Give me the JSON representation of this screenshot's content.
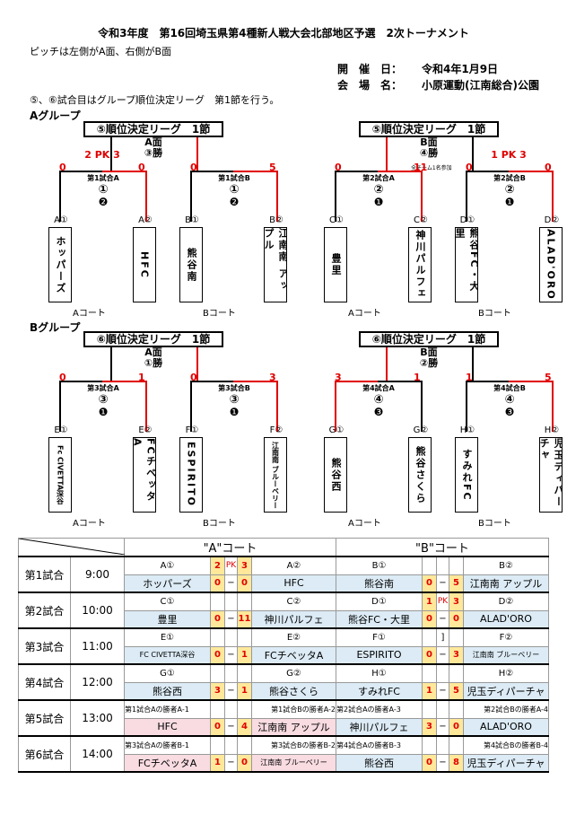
{
  "title": "令和3年度　第16回埼玉県第4種新人戦大会北部地区予選　2次トーナメント",
  "pitch_note": "ピッチは左側がA面、右側がB面",
  "venue": {
    "date_label": "開　催　日：",
    "date_value": "令和4年1月9日",
    "place_label": "会　場　名：",
    "place_value": "小原運動(江南総合)公園"
  },
  "league_note": "⑤、⑥試合目はグループ順位決定リーグ　第1節を行う。",
  "groups": {
    "a_label": "Aグループ",
    "b_label": "Bグループ"
  },
  "pools": [
    {
      "title": "⑤順位決定リーグ　1節",
      "court": "A面",
      "win": "③勝",
      "left": {
        "match": "第1試合A",
        "num": "①",
        "dot": "❷",
        "score_l": "0",
        "score_r": "0",
        "pk": "2 PK 3",
        "teams": [
          {
            "slot": "A①",
            "name": "ホッパーズ"
          },
          {
            "slot": "A②",
            "name": "HFC"
          }
        ]
      },
      "right": {
        "match": "第1試合B",
        "num": "①",
        "dot": "❷",
        "score_l": "0",
        "score_r": "5",
        "teams": [
          {
            "slot": "B①",
            "name": "熊谷南"
          },
          {
            "slot": "B②",
            "name": "江南南 アップル"
          }
        ]
      },
      "court_l": "Aコート",
      "court_r": "Bコート"
    },
    {
      "title": "⑤順位決定リーグ　1節",
      "court": "B面",
      "win": "④勝",
      "extra": "全チーム1名参加",
      "left": {
        "match": "第2試合A",
        "num": "②",
        "dot": "❶",
        "score_l": "0",
        "score_r": "11",
        "teams": [
          {
            "slot": "C①",
            "name": "豊里"
          },
          {
            "slot": "C②",
            "name": "神川パルフェ"
          }
        ]
      },
      "right": {
        "match": "第2試合B",
        "num": "②",
        "dot": "❶",
        "score_l": "0",
        "score_r": "0",
        "pk": "1 PK 3",
        "teams": [
          {
            "slot": "D①",
            "name": "熊谷FC・大里"
          },
          {
            "slot": "D②",
            "name": "ALAD'ORO"
          }
        ]
      },
      "court_l": "Aコート",
      "court_r": "Bコート"
    },
    {
      "title": "⑥順位決定リーグ　1節",
      "court": "A面",
      "win": "①勝",
      "left": {
        "match": "第3試合A",
        "num": "③",
        "dot": "❶",
        "score_l": "0",
        "score_r": "1",
        "teams": [
          {
            "slot": "E①",
            "name": "Fc CIVETTA深谷"
          },
          {
            "slot": "E②",
            "name": "FCチベッタA"
          }
        ]
      },
      "right": {
        "match": "第3試合B",
        "num": "③",
        "dot": "❶",
        "score_l": "0",
        "score_r": "3",
        "teams": [
          {
            "slot": "F①",
            "name": "ESPIRITO"
          },
          {
            "slot": "F②",
            "name": "江南南 ブルーベリー"
          }
        ]
      },
      "court_l": "Aコート",
      "court_r": "Bコート"
    },
    {
      "title": "⑥順位決定リーグ　1節",
      "court": "B面",
      "win": "②勝",
      "left": {
        "match": "第4試合A",
        "num": "④",
        "dot": "❸",
        "score_l": "3",
        "score_r": "1",
        "teams": [
          {
            "slot": "G①",
            "name": "熊谷西"
          },
          {
            "slot": "G②",
            "name": "熊谷さくら"
          }
        ]
      },
      "right": {
        "match": "第4試合B",
        "num": "④",
        "dot": "❸",
        "score_l": "1",
        "score_r": "5",
        "teams": [
          {
            "slot": "H①",
            "name": "すみれFC"
          },
          {
            "slot": "H②",
            "name": "児玉ディパーチャ"
          }
        ]
      },
      "court_l": "Aコート",
      "court_r": "Bコート"
    }
  ],
  "schedule": {
    "court_a": "\"A\"コート",
    "court_b": "\"B\"コート",
    "rows": [
      {
        "match": "第1試合",
        "time": "9:00",
        "a": {
          "l_lbl": "A①",
          "r_lbl": "A②",
          "pk_l": "2",
          "pk": "PK",
          "pk_r": "3",
          "l": "ホッパーズ",
          "s1": "0",
          "dash": "−",
          "s2": "0",
          "r": "HFC"
        },
        "b": {
          "l_lbl": "B①",
          "r_lbl": "B②",
          "l": "熊谷南",
          "s1": "0",
          "dash": "−",
          "s2": "5",
          "r": "江南南 アップル"
        }
      },
      {
        "match": "第2試合",
        "time": "10:00",
        "a": {
          "l_lbl": "C①",
          "r_lbl": "C②",
          "l": "豊里",
          "s1": "0",
          "dash": "−",
          "s2": "11",
          "r": "神川パルフェ"
        },
        "b": {
          "l_lbl": "D①",
          "r_lbl": "D②",
          "pk_l": "1",
          "pk": "PK",
          "pk_r": "3",
          "l": "熊谷FC・大里",
          "s1": "0",
          "dash": "−",
          "s2": "0",
          "r": "ALAD'ORO"
        }
      },
      {
        "match": "第3試合",
        "time": "11:00",
        "a": {
          "l_lbl": "E①",
          "r_lbl": "E②",
          "l": "FC CIVETTA深谷",
          "s1": "0",
          "dash": "−",
          "s2": "1",
          "r": "FCチベッタA"
        },
        "b": {
          "l_lbl": "F①",
          "mid": "]",
          "r_lbl": "F②",
          "l": "ESPIRITO",
          "s1": "0",
          "dash": "−",
          "s2": "3",
          "r": "江南南 ブルーベリー"
        }
      },
      {
        "match": "第4試合",
        "time": "12:00",
        "a": {
          "l_lbl": "G①",
          "r_lbl": "G②",
          "l": "熊谷西",
          "s1": "3",
          "dash": "−",
          "s2": "1",
          "r": "熊谷さくら"
        },
        "b": {
          "l_lbl": "H①",
          "r_lbl": "H②",
          "l": "すみれFC",
          "s1": "1",
          "dash": "−",
          "s2": "5",
          "r": "児玉ディパーチャ"
        }
      },
      {
        "match": "第5試合",
        "time": "13:00",
        "a": {
          "l_lbl": "第1試合Aの勝者A-1",
          "r_lbl": "第1試合Bの勝者A-2",
          "l": "HFC",
          "s1": "0",
          "dash": "−",
          "s2": "4",
          "r": "江南南 アップル"
        },
        "b": {
          "l_lbl": "第2試合Aの勝者A-3",
          "r_lbl": "第2試合Bの勝者A-4",
          "l": "神川パルフェ",
          "s1": "3",
          "dash": "−",
          "s2": "0",
          "r": "ALAD'ORO"
        }
      },
      {
        "match": "第6試合",
        "time": "14:00",
        "a": {
          "l_lbl": "第3試合Aの勝者B-1",
          "r_lbl": "第3試合Bの勝者B-2",
          "l": "FCチベッタA",
          "s1": "1",
          "dash": "−",
          "s2": "0",
          "r": "江南南 ブルーベリー"
        },
        "b": {
          "l_lbl": "第4試合Aの勝者B-3",
          "r_lbl": "第4試合Bの勝者B-4",
          "l": "熊谷西",
          "s1": "0",
          "dash": "−",
          "s2": "8",
          "r": "児玉ディパーチャ"
        }
      }
    ]
  }
}
